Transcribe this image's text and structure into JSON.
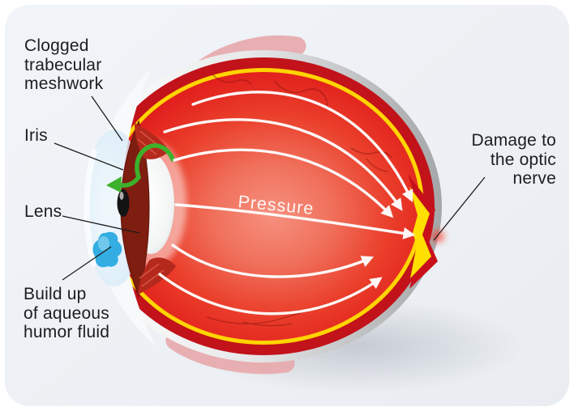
{
  "labels": {
    "clogged": "Clogged\ntrabecular\nmeshwork",
    "iris": "Iris",
    "lens": "Lens",
    "buildup": "Build up\nof aqueous\nhumor fluid",
    "damage": "Damage to\nthe optic\nnerve",
    "pressure": "Pressure"
  },
  "icons": {
    "pressure_arrows": "white-curved-arrows-converging-on-optic-nerve",
    "aqueous_flow_arrow": "green-curved-arrow-blocked-at-trabecular-meshwork",
    "leader_lines": "thin-black-pointer-lines"
  },
  "colors": {
    "card_bg": "#edf0f4",
    "eye_interior_center": "#f4897b",
    "eye_interior_edge": "#d6181b",
    "choroid_ring": "#c2121a",
    "retina_yellow": "#ffd400",
    "sclera_rim": "#a8aaac",
    "muscle_pink": "#e7a9ad",
    "cornea_blue": "#cfe7f6",
    "aqueous_blue": "#2aa9e0",
    "flow_green": "#3db02c",
    "arrow_white": "#ffffff",
    "label_text": "#1d1d20"
  }
}
